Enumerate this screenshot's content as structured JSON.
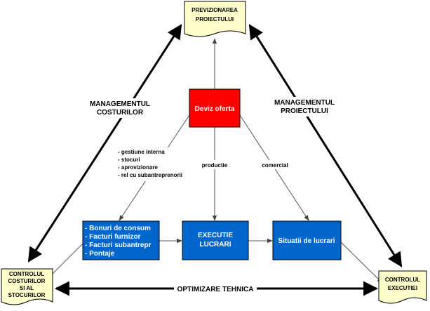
{
  "nodes": {
    "previzionarea": {
      "lines": [
        "PREVIZIONAREA",
        "PROIECTULUI"
      ]
    },
    "controlul_costurilor": {
      "lines": [
        "CONTROLUL",
        "COSTURILOR",
        "SI AL",
        "STOCURILOR"
      ]
    },
    "controlul_executiei": {
      "lines": [
        "CONTROLUL",
        "EXECUTIEI"
      ]
    },
    "deviz_oferta": {
      "label": "Deviz oferta"
    },
    "bonuri": {
      "lines": [
        "- Bonuri de consum",
        "- Facturi furnizor",
        "- Facturi subantrepr",
        "- Pontaje"
      ]
    },
    "executie": {
      "lines": [
        "EXECUTIE",
        "LUCRARI"
      ]
    },
    "situatii": {
      "label": "Situatii de lucrari"
    }
  },
  "edge_labels": {
    "managementul_costurilor": [
      "MANAGEMENTUL",
      "COSTURILOR"
    ],
    "managementul_proiectului": [
      "MANAGEMENTUL",
      "PROIECTULUI"
    ],
    "optimizare_tehnica": "OPTIMIZARE TEHNICA",
    "productie": "productie",
    "comercial": "comercial",
    "gestiune": [
      "- gestiune interna",
      "- stocuri",
      "- aprovizionare",
      "- rel cu subantreprenorii"
    ]
  },
  "colors": {
    "document_fill": "#ffffcc",
    "process_blue": "#0066cc",
    "deviz_red": "#ff0000"
  }
}
